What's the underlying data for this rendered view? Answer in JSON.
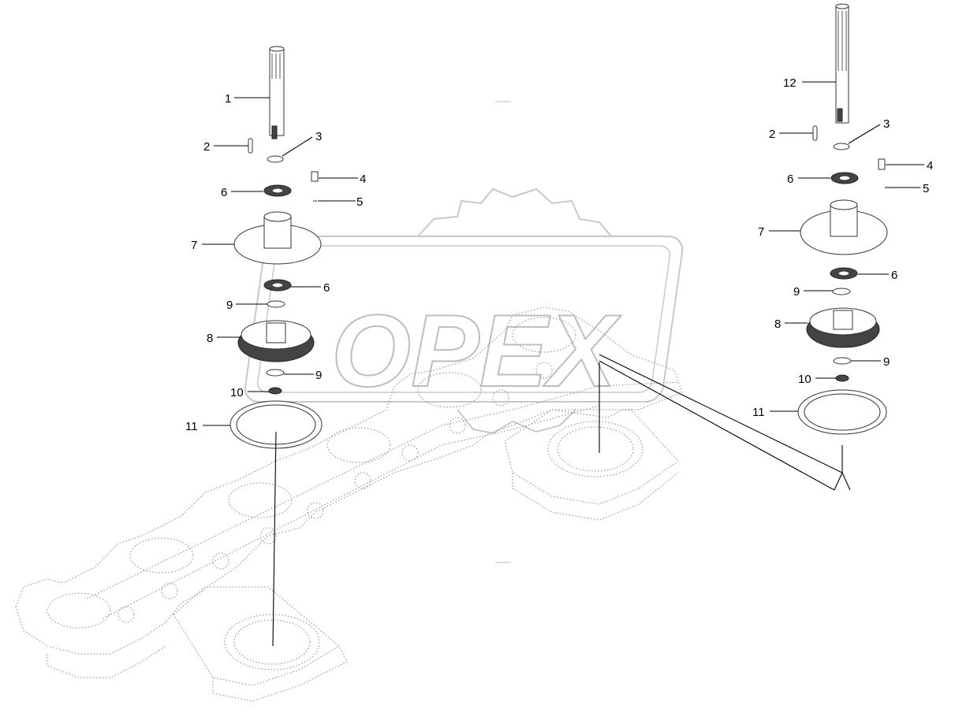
{
  "watermark": {
    "text": "OPEX",
    "color": "#bdbdbd"
  },
  "callouts_left": [
    {
      "id": "l1",
      "label": "1"
    },
    {
      "id": "l2",
      "label": "2"
    },
    {
      "id": "l3",
      "label": "3"
    },
    {
      "id": "l4",
      "label": "4"
    },
    {
      "id": "l5",
      "label": "5"
    },
    {
      "id": "l6a",
      "label": "6"
    },
    {
      "id": "l7",
      "label": "7"
    },
    {
      "id": "l6b",
      "label": "6"
    },
    {
      "id": "l9a",
      "label": "9"
    },
    {
      "id": "l8",
      "label": "8"
    },
    {
      "id": "l9b",
      "label": "9"
    },
    {
      "id": "l10",
      "label": "10"
    },
    {
      "id": "l11",
      "label": "11"
    }
  ],
  "callouts_right": [
    {
      "id": "r12",
      "label": "12"
    },
    {
      "id": "r2",
      "label": "2"
    },
    {
      "id": "r3",
      "label": "3"
    },
    {
      "id": "r4",
      "label": "4"
    },
    {
      "id": "r5",
      "label": "5"
    },
    {
      "id": "r6a",
      "label": "6"
    },
    {
      "id": "r7",
      "label": "7"
    },
    {
      "id": "r6b",
      "label": "6"
    },
    {
      "id": "r9a",
      "label": "9"
    },
    {
      "id": "r8",
      "label": "8"
    },
    {
      "id": "r9b",
      "label": "9"
    },
    {
      "id": "r10",
      "label": "10"
    },
    {
      "id": "r11",
      "label": "11"
    }
  ]
}
